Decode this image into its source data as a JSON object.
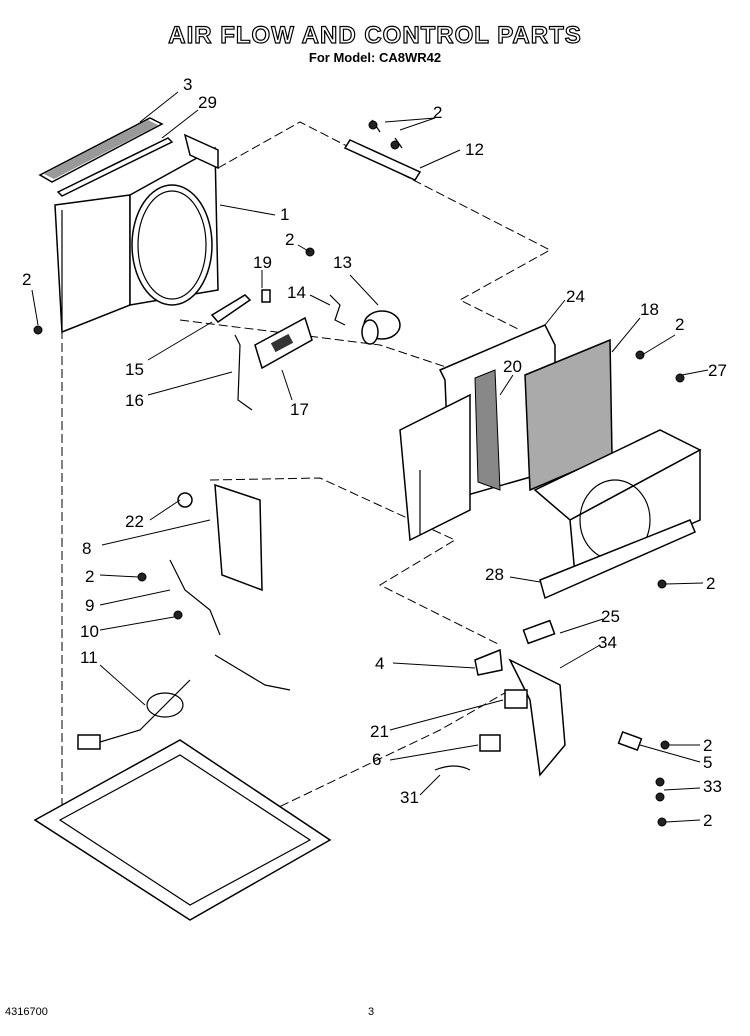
{
  "title": "AIR FLOW AND CONTROL PARTS",
  "subtitle": "For Model: CA8WR42",
  "footer": {
    "doc_number": "4316700",
    "page": "3"
  },
  "callouts": [
    "3",
    "29",
    "1",
    "2",
    "2",
    "19",
    "2",
    "13",
    "14",
    "15",
    "16",
    "17",
    "2",
    "12",
    "24",
    "18",
    "2",
    "27",
    "20",
    "22",
    "8",
    "2",
    "9",
    "10",
    "11",
    "28",
    "2",
    "25",
    "4",
    "34",
    "21",
    "2",
    "5",
    "6",
    "33",
    "31",
    "2"
  ]
}
